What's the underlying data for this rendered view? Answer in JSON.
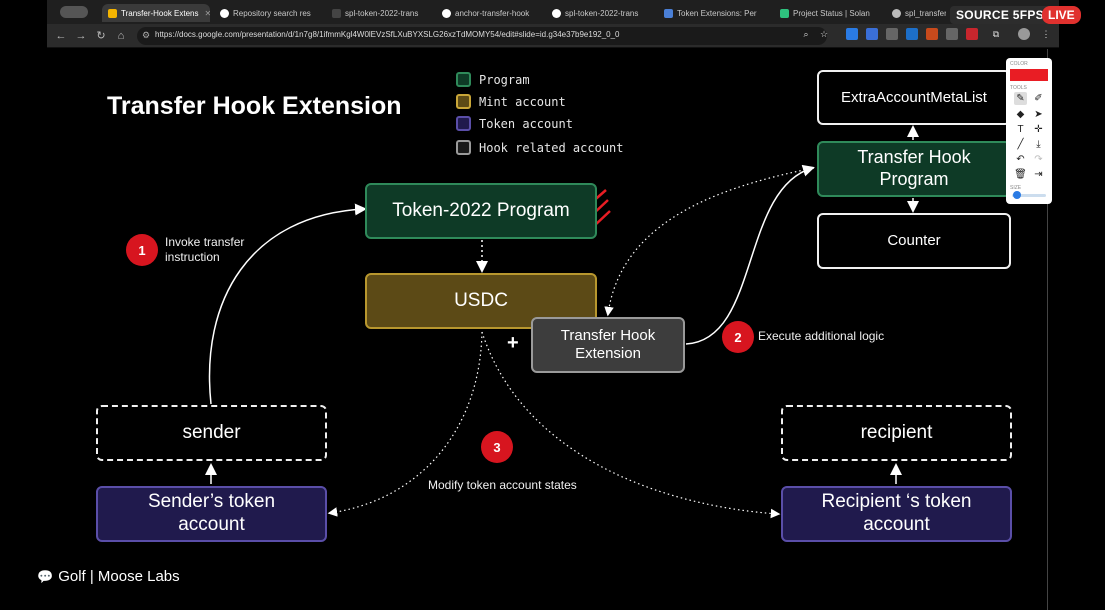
{
  "browser": {
    "tabs": [
      {
        "label": "Transfer-Hook Extens",
        "color": "#f4b400",
        "active": true
      },
      {
        "label": "Repository search res",
        "color": "#ffffff",
        "active": false
      },
      {
        "label": "spl-token-2022-trans",
        "color": "#444444",
        "active": false
      },
      {
        "label": "anchor-transfer-hook",
        "color": "#ffffff",
        "active": false
      },
      {
        "label": "spl-token-2022-trans",
        "color": "#ffffff",
        "active": false
      },
      {
        "label": "Token Extensions: Per",
        "color": "#4a7fd6",
        "active": false
      },
      {
        "label": "Project Status | Solan",
        "color": "#2ec27e",
        "active": false
      },
      {
        "label": "spl_transfer_h",
        "color": "#bbbbbb",
        "active": false
      }
    ],
    "url": "https://docs.google.com/presentation/d/1n7g8/1ifmmKgl4W0lEVzSfLXuBYXSLG26xzTdMOMY54/edit#slide=id.g34e37b9e192_0_0",
    "badges": {
      "source": "SOURCE 5FPS",
      "live": "LIVE"
    }
  },
  "slide": {
    "title": "Transfer Hook Extension",
    "legend": [
      {
        "label": "Program",
        "fill": "#0e3a26",
        "border": "#2f8a5a"
      },
      {
        "label": "Mint account",
        "fill": "#5c4a16",
        "border": "#c9a638"
      },
      {
        "label": "Token account",
        "fill": "#201a4d",
        "border": "#5a4ea8"
      },
      {
        "label": "Hook related account",
        "fill": "#1a1a1a",
        "border": "#9a9a9a"
      }
    ],
    "boxes": {
      "token2022": "Token-2022 Program",
      "usdc": "USDC",
      "transfer_hook_ext": "Transfer Hook Extension",
      "extra_meta": "ExtraAccountMetaList",
      "hook_program": "Transfer Hook Program",
      "counter": "Counter",
      "sender": "sender",
      "sender_token": "Sender’s token account",
      "recipient": "recipient",
      "recipient_token": "Recipient ‘s token account"
    },
    "plus": "+",
    "steps": [
      {
        "num": "1",
        "text": "Invoke transfer instruction"
      },
      {
        "num": "2",
        "text": "Execute additional logic"
      },
      {
        "num": "3",
        "text": "Modify token account states"
      }
    ]
  },
  "toolpanel": {
    "color_label": "COLOR",
    "tools_label": "TOOLS",
    "size_label": "SIZE",
    "color": "#e91d24"
  },
  "footer": {
    "text": "Golf | Moose Labs"
  }
}
